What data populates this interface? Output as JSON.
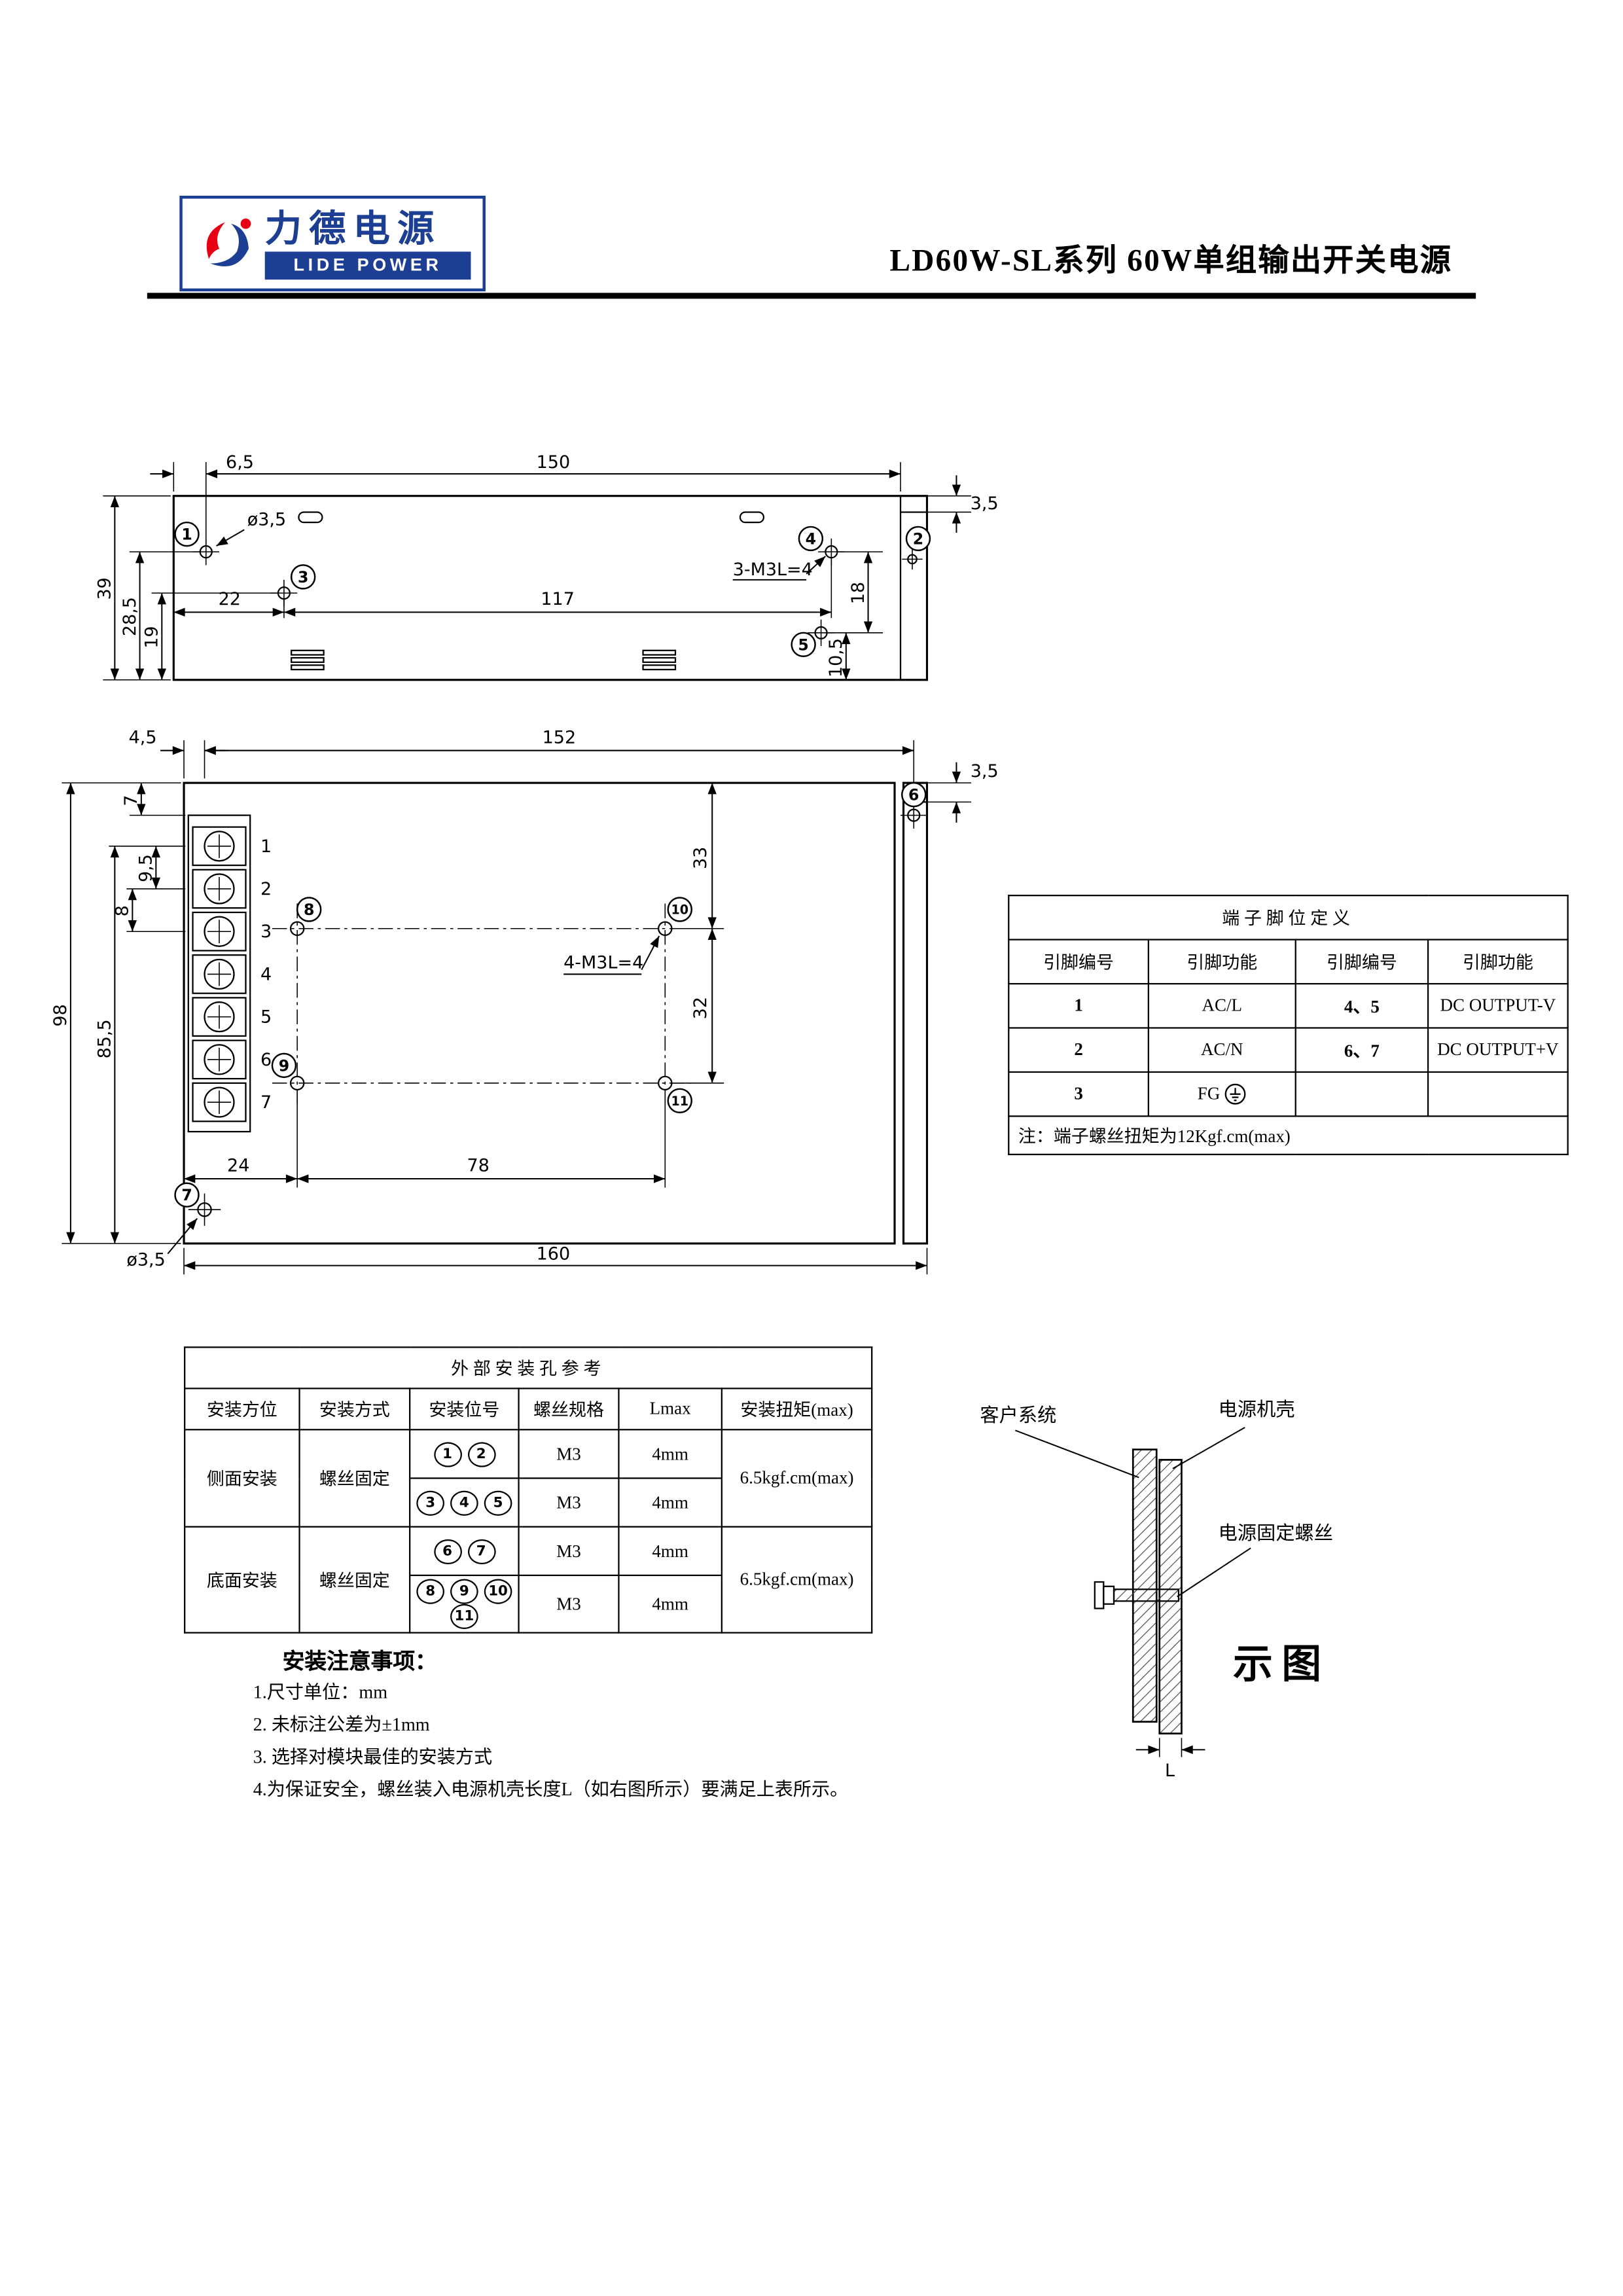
{
  "header": {
    "logo_cn": "力德电源",
    "logo_en": "LIDE POWER",
    "title": "LD60W-SL系列 60W单组输出开关电源"
  },
  "side_view": {
    "dim_6_5": "6,5",
    "dim_150": "150",
    "dim_3_5": "3,5",
    "hole_dia": "ø3,5",
    "dim_39": "39",
    "dim_28_5": "28,5",
    "dim_19": "19",
    "dim_22": "22",
    "dim_117": "117",
    "dim_18": "18",
    "dim_10_5": "10,5",
    "screw_spec": "3-M3L=4",
    "holes": [
      "1",
      "2",
      "3",
      "4",
      "5"
    ]
  },
  "bottom_view": {
    "dim_4_5": "4,5",
    "dim_152": "152",
    "dim_3_5": "3,5",
    "dim_7": "7",
    "dim_9_5": "9,5",
    "dim_8": "8",
    "dim_98": "98",
    "dim_85_5": "85,5",
    "dim_33": "33",
    "dim_32": "32",
    "dim_24": "24",
    "dim_78": "78",
    "dim_160": "160",
    "hole_dia": "ø3,5",
    "screw_spec": "4-M3L=4",
    "terminals": [
      "1",
      "2",
      "3",
      "4",
      "5",
      "6",
      "7"
    ],
    "holes": [
      "6",
      "7",
      "8",
      "9",
      "10",
      "11"
    ]
  },
  "pin_table": {
    "title": "端子脚位定义",
    "headers": [
      "引脚编号",
      "引脚功能",
      "引脚编号",
      "引脚功能"
    ],
    "rows": [
      [
        "1",
        "AC/L",
        "4、5",
        "DC OUTPUT-V"
      ],
      [
        "2",
        "AC/N",
        "6、7",
        "DC OUTPUT+V"
      ],
      [
        "3",
        "FG",
        "",
        ""
      ]
    ],
    "note": "注：端子螺丝扭矩为12Kgf.cm(max)"
  },
  "mount_table": {
    "title": "外部安装孔参考",
    "headers": [
      "安装方位",
      "安装方式",
      "安装位号",
      "螺丝规格",
      "Lmax",
      "安装扭矩(max)"
    ],
    "groups": [
      {
        "position": "侧面安装",
        "method": "螺丝固定",
        "torque": "6.5kgf.cm(max)",
        "rows": [
          {
            "holes": [
              "1",
              "2"
            ],
            "spec": "M3",
            "lmax": "4mm"
          },
          {
            "holes": [
              "3",
              "4",
              "5"
            ],
            "spec": "M3",
            "lmax": "4mm"
          }
        ]
      },
      {
        "position": "底面安装",
        "method": "螺丝固定",
        "torque": "6.5kgf.cm(max)",
        "rows": [
          {
            "holes": [
              "6",
              "7"
            ],
            "spec": "M3",
            "lmax": "4mm"
          },
          {
            "holes": [
              "8",
              "9",
              "10",
              "11"
            ],
            "spec": "M3",
            "lmax": "4mm"
          }
        ]
      }
    ]
  },
  "illustration": {
    "customer_system": "客户系统",
    "power_case": "电源机壳",
    "fixing_screw": "电源固定螺丝",
    "caption": "示图",
    "length_label": "L"
  },
  "notes": {
    "title": "安装注意事项：",
    "items": [
      "1.尺寸单位：mm",
      "2. 未标注公差为±1mm",
      "3. 选择对模块最佳的安装方式",
      "4.为保证安全，螺丝装入电源机壳长度L（如右图所示）要满足上表所示。"
    ]
  }
}
